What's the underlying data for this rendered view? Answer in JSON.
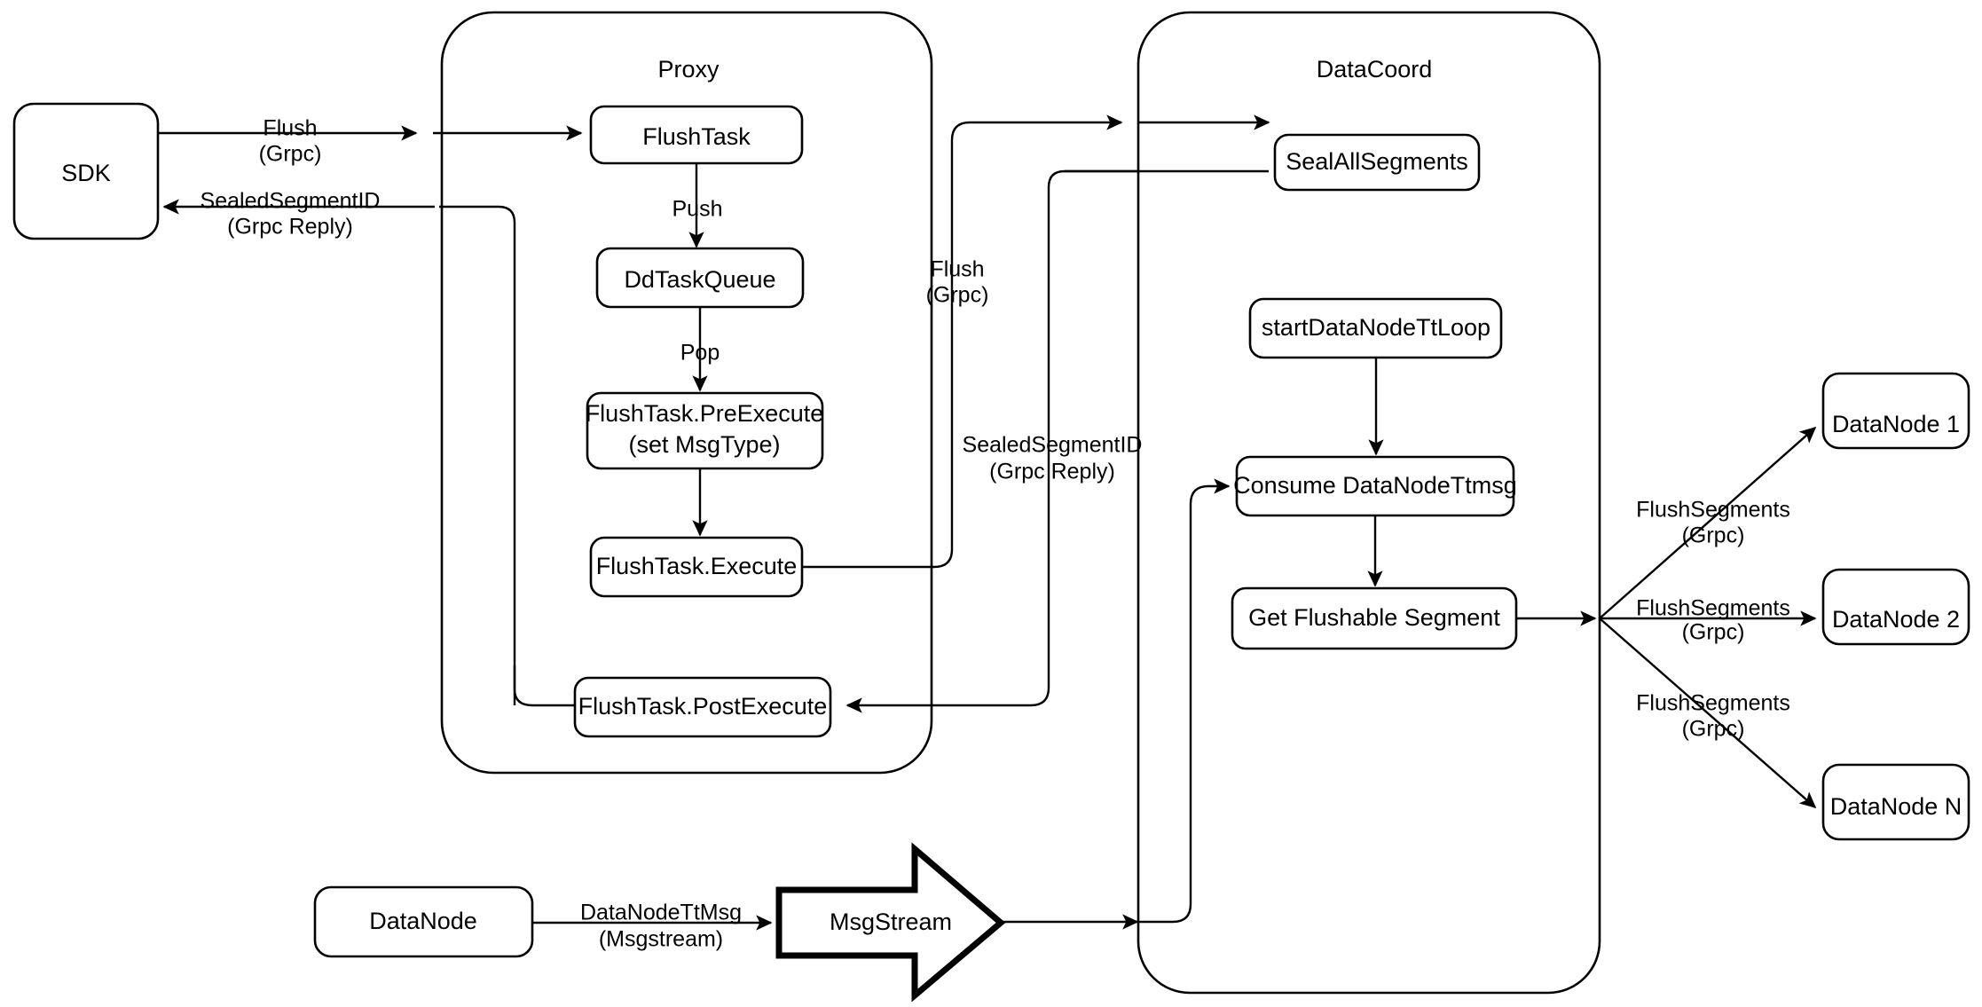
{
  "diagram": {
    "title": "Milvus Flush Sequence Architecture",
    "background_color": "#ffffff",
    "stroke_color": "#000000"
  },
  "groups": {
    "proxy": {
      "label": "Proxy"
    },
    "datacoord": {
      "label": "DataCoord"
    }
  },
  "nodes": {
    "sdk": {
      "label": "SDK"
    },
    "flush_task": {
      "label": "FlushTask"
    },
    "dd_task_queue": {
      "label": "DdTaskQueue"
    },
    "pre_execute_line1": {
      "label": "FlushTask.PreExecute"
    },
    "pre_execute_line2": {
      "label": "(set MsgType)"
    },
    "execute": {
      "label": "FlushTask.Execute"
    },
    "post_execute": {
      "label": "FlushTask.PostExecute"
    },
    "seal_all_segments": {
      "label": "SealAllSegments"
    },
    "start_tt_loop": {
      "label": "startDataNodeTtLoop"
    },
    "consume_ttmsg": {
      "label": "Consume DataNodeTtmsg"
    },
    "get_flushable": {
      "label": "Get Flushable Segment"
    },
    "datanode_1": {
      "label": "DataNode 1"
    },
    "datanode_2": {
      "label": "DataNode 2"
    },
    "datanode_n": {
      "label": "DataNode N"
    },
    "datanode_src": {
      "label": "DataNode"
    },
    "msgstream": {
      "label": "MsgStream"
    }
  },
  "edge_labels": {
    "sdk_to_proxy_l1": {
      "label": "Flush"
    },
    "sdk_to_proxy_l2": {
      "label": "(Grpc)"
    },
    "proxy_to_sdk_l1": {
      "label": "SealedSegmentID"
    },
    "proxy_to_sdk_l2": {
      "label": "(Grpc Reply)"
    },
    "push": {
      "label": "Push"
    },
    "pop": {
      "label": "Pop"
    },
    "proxy_to_coord_l1": {
      "label": "Flush"
    },
    "proxy_to_coord_l2": {
      "label": "(Grpc)"
    },
    "coord_to_proxy_l1": {
      "label": "SealedSegmentID"
    },
    "coord_to_proxy_l2": {
      "label": "(Grpc Reply)"
    },
    "flush_seg_1_l1": {
      "label": "FlushSegments"
    },
    "flush_seg_1_l2": {
      "label": "(Grpc)"
    },
    "flush_seg_2_l1": {
      "label": "FlushSegments"
    },
    "flush_seg_2_l2": {
      "label": "(Grpc)"
    },
    "flush_seg_n_l1": {
      "label": "FlushSegments"
    },
    "flush_seg_n_l2": {
      "label": "(Grpc)"
    },
    "ttmsg_l1": {
      "label": "DataNodeTtMsg"
    },
    "ttmsg_l2": {
      "label": "(Msgstream)"
    }
  }
}
